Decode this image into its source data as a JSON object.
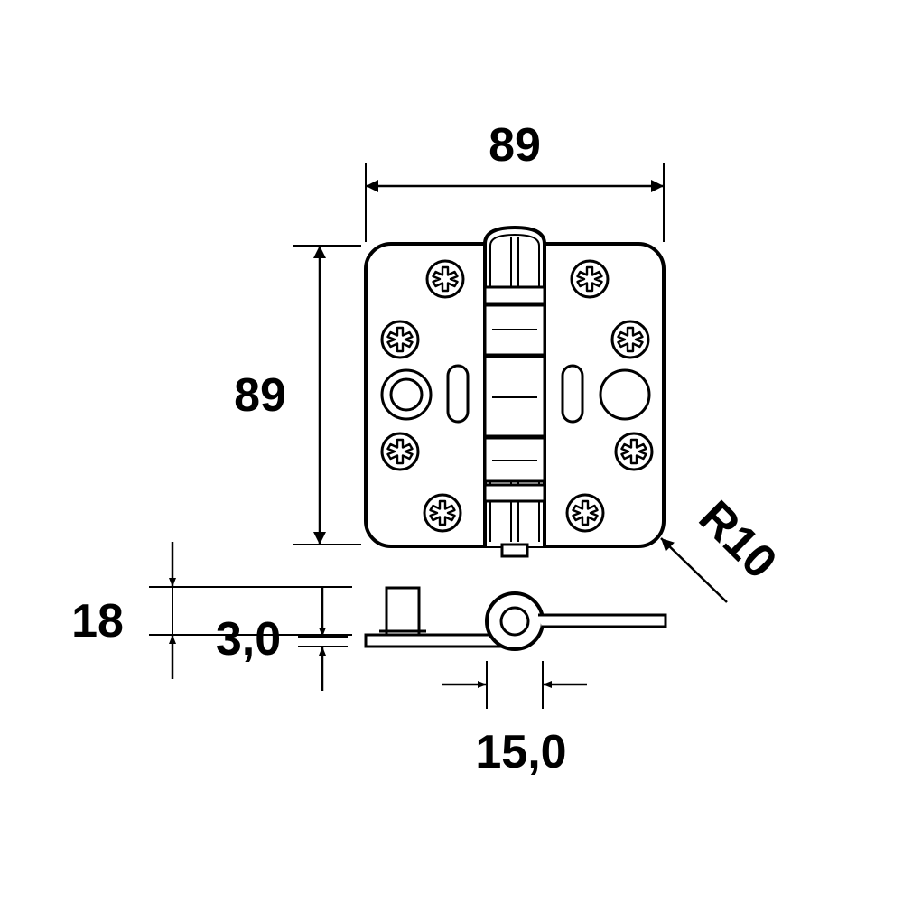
{
  "diagram": {
    "line_color": "#000000",
    "background": "#ffffff",
    "labels": {
      "width": "89",
      "height": "89",
      "radius": "R10",
      "closed_height": "18",
      "leaf_thickness": "3,0",
      "knuckle_diameter": "15,0"
    },
    "icons": [
      "screw-head-icon",
      "countersunk-hole-icon",
      "slot-icon"
    ]
  }
}
